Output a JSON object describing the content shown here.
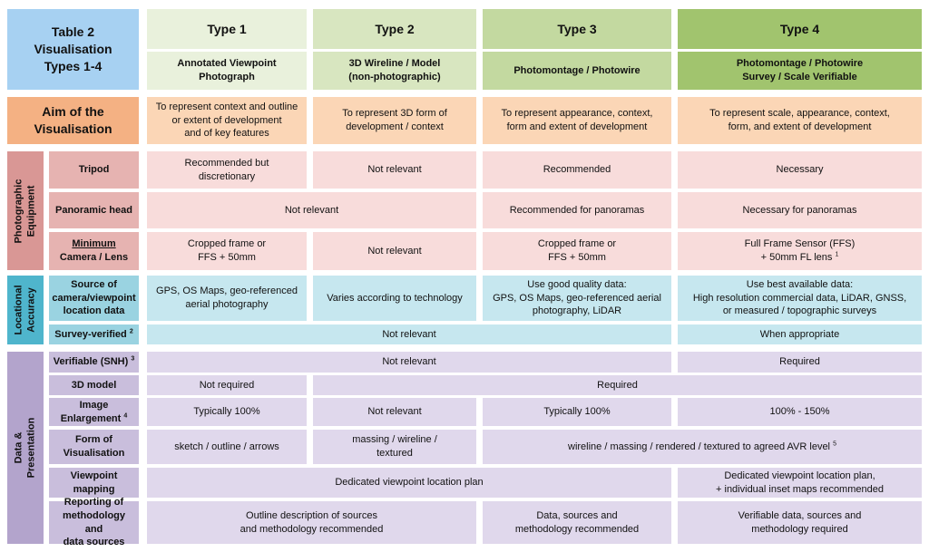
{
  "title": "Table 2\nVisualisation\nTypes 1-4",
  "types": [
    {
      "name": "Type 1",
      "desc": "Annotated Viewpoint\nPhotograph"
    },
    {
      "name": "Type 2",
      "desc": "3D Wireline / Model\n(non-photographic)"
    },
    {
      "name": "Type 3",
      "desc": "Photomontage / Photowire"
    },
    {
      "name": "Type 4",
      "desc": "Photomontage / Photowire\nSurvey / Scale Verifiable"
    }
  ],
  "aim": {
    "label": "Aim of the\nVisualisation",
    "values": [
      "To represent context and outline\nor extent of development\nand of key features",
      "To represent 3D form of\ndevelopment / context",
      "To represent appearance, context,\nform and extent of development",
      "To represent scale, appearance, context,\nform, and extent of development"
    ]
  },
  "categories": {
    "photo": "Photographic\nEquipment",
    "loc": "Locational\nAccuracy",
    "data": "Data & Presentation"
  },
  "rows": {
    "tripod": {
      "label": "Tripod",
      "t1": "Recommended but\ndiscretionary",
      "t2": "Not relevant",
      "t3": "Recommended",
      "t4": "Necessary"
    },
    "pano": {
      "label": "Panoramic head",
      "t12": "Not relevant",
      "t3": "Recommended for panoramas",
      "t4": "Necessary for panoramas"
    },
    "camera": {
      "label_u": "Minimum",
      "label": "Camera / Lens",
      "t1": "Cropped frame or\nFFS + 50mm",
      "t2": "Not relevant",
      "t3": "Cropped frame or\nFFS + 50mm",
      "t4": "Full Frame Sensor (FFS)\n+ 50mm FL lens",
      "t4_sup": "1"
    },
    "source": {
      "label": "Source of\ncamera/viewpoint\nlocation data",
      "t1": "GPS, OS Maps,  geo-referenced\naerial photography",
      "t2": "Varies according to technology",
      "t3": "Use good quality data:\nGPS, OS Maps, geo-referenced aerial\nphotography, LiDAR",
      "t4": "Use best available data:\nHigh resolution commercial data, LiDAR, GNSS,\nor measured / topographic surveys"
    },
    "survey": {
      "label": "Survey-verified",
      "sup": "2",
      "t123": "Not relevant",
      "t4": "When appropriate"
    },
    "verifiable": {
      "label": "Verifiable (SNH)",
      "sup": "3",
      "t123": "Not relevant",
      "t4": "Required"
    },
    "model3d": {
      "label": "3D model",
      "t1": "Not required",
      "t234": "Required"
    },
    "image": {
      "label": "Image\nEnlargement",
      "sup": "4",
      "t1": "Typically 100%",
      "t2": "Not relevant",
      "t3": "Typically 100%",
      "t4": "100% - 150%"
    },
    "form": {
      "label": "Form of\nVisualisation",
      "t1": "sketch / outline / arrows",
      "t2": "massing / wireline /\ntextured",
      "t34": "wireline / massing / rendered / textured  to agreed AVR level",
      "t34_sup": "5"
    },
    "mapping": {
      "label": "Viewpoint\nmapping",
      "t123": "Dedicated viewpoint location plan",
      "t4": "Dedicated viewpoint location plan,\n+ individual inset maps recommended"
    },
    "report": {
      "label": "Reporting of\nmethodology and\ndata sources",
      "t12": "Outline description of sources\nand methodology recommended",
      "t3": "Data, sources and\nmethodology recommended",
      "t4": "Verifiable data, sources and\nmethodology required"
    }
  },
  "colors": {
    "title_bg": "#a7d1f2",
    "type1": "#e9f1dc",
    "type2": "#d8e6c0",
    "type3": "#c3d9a0",
    "type4": "#a1c46e",
    "aim": "#fbd6b6",
    "aim_label": "#f4b183",
    "photo_cat": "#d99795",
    "photo_label": "#e6b3b1",
    "photo_val": "#f8dcdb",
    "loc_cat": "#4fb5cc",
    "loc_label": "#9ad3e1",
    "loc_val": "#c6e7ef",
    "data_cat": "#b3a4cc",
    "data_label": "#c9bedc",
    "data_val": "#e0d8ec"
  }
}
